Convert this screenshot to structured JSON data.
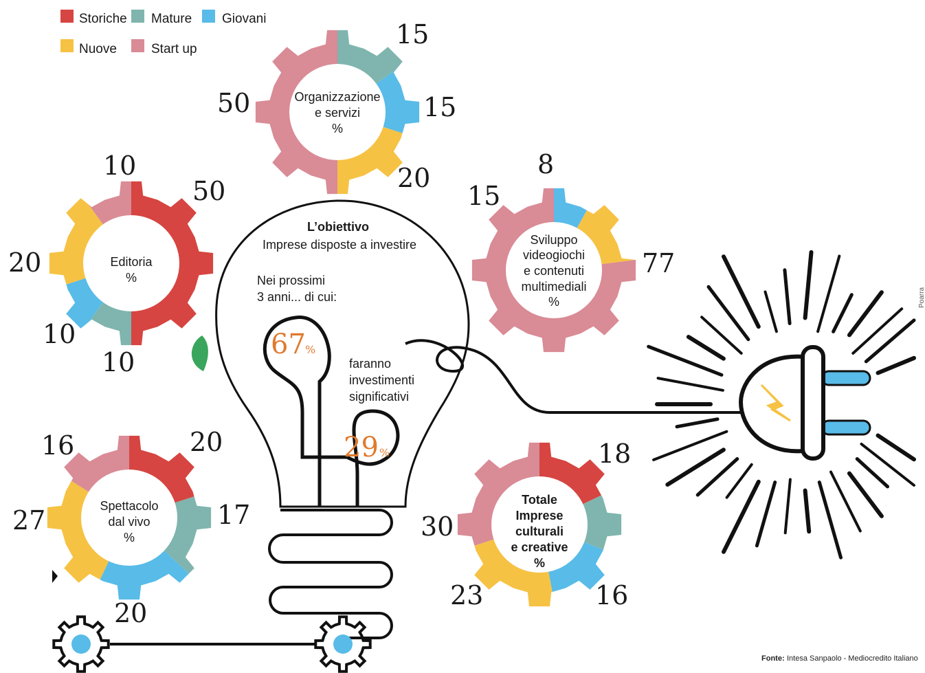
{
  "legend": {
    "items": [
      {
        "label": "Storiche",
        "key": "storiche"
      },
      {
        "label": "Mature",
        "key": "mature"
      },
      {
        "label": "Giovani",
        "key": "giovani"
      },
      {
        "label": "Nuove",
        "key": "nuove"
      },
      {
        "label": "Start up",
        "key": "startup"
      }
    ]
  },
  "colors": {
    "storiche": "#d64541",
    "mature": "#7fb5ae",
    "giovani": "#58bbe8",
    "nuove": "#f6c244",
    "startup": "#d98b96",
    "orange": "#e07a2e",
    "plug_blue": "#58bbe8",
    "leaf": "#3aa55c"
  },
  "bulb": {
    "title": "L’obiettivo",
    "subtitle": "Imprese disposte a investire",
    "line1": "Nei prossimi",
    "line2": "3 anni... di cui:",
    "value1": "67",
    "value2": "29",
    "pct_sign": "%",
    "note1": "faranno",
    "note2": "investimenti",
    "note3": "significativi"
  },
  "chart_data": [
    {
      "type": "pie",
      "title_lines": [
        "Organizzazione",
        "e servizi",
        "%"
      ],
      "bold": false,
      "slices": [
        {
          "label": "Storiche",
          "value": 0
        },
        {
          "label": "Mature",
          "value": 15,
          "shown": "15"
        },
        {
          "label": "Giovani",
          "value": 15,
          "shown": "15"
        },
        {
          "label": "Nuove",
          "value": 20,
          "shown": "20"
        },
        {
          "label": "Start up",
          "value": 50,
          "shown": "50"
        }
      ]
    },
    {
      "type": "pie",
      "title_lines": [
        "Editoria",
        "%"
      ],
      "bold": false,
      "slices": [
        {
          "label": "Storiche",
          "value": 50,
          "shown": "50"
        },
        {
          "label": "Mature",
          "value": 10,
          "shown": "10"
        },
        {
          "label": "Giovani",
          "value": 10,
          "shown": "10"
        },
        {
          "label": "Nuove",
          "value": 20,
          "shown": "20"
        },
        {
          "label": "Start up",
          "value": 10,
          "shown": "10"
        }
      ]
    },
    {
      "type": "pie",
      "title_lines": [
        "Sviluppo",
        "videogiochi",
        "e contenuti",
        "multimediali",
        "%"
      ],
      "bold": false,
      "slices": [
        {
          "label": "Storiche",
          "value": 0
        },
        {
          "label": "Mature",
          "value": 0
        },
        {
          "label": "Giovani",
          "value": 8,
          "shown": "8"
        },
        {
          "label": "Nuove",
          "value": 15,
          "shown": "15"
        },
        {
          "label": "Start up",
          "value": 77,
          "shown": "77"
        }
      ]
    },
    {
      "type": "pie",
      "title_lines": [
        "Spettacolo",
        "dal vivo",
        "%"
      ],
      "bold": false,
      "slices": [
        {
          "label": "Storiche",
          "value": 20,
          "shown": "20"
        },
        {
          "label": "Mature",
          "value": 17,
          "shown": "17"
        },
        {
          "label": "Giovani",
          "value": 20,
          "shown": "20"
        },
        {
          "label": "Nuove",
          "value": 27,
          "shown": "27"
        },
        {
          "label": "Start up",
          "value": 16,
          "shown": "16"
        }
      ]
    },
    {
      "type": "pie",
      "title_lines": [
        "Totale",
        "Imprese",
        "culturali",
        "e creative",
        "%"
      ],
      "bold": true,
      "slices": [
        {
          "label": "Storiche",
          "value": 18,
          "shown": "18"
        },
        {
          "label": "Mature",
          "value": 13
        },
        {
          "label": "Giovani",
          "value": 16,
          "shown": "16"
        },
        {
          "label": "Nuove",
          "value": 23,
          "shown": "23"
        },
        {
          "label": "Start up",
          "value": 30,
          "shown": "30"
        }
      ]
    }
  ],
  "footer": {
    "source_label": "Fonte:",
    "source_text": "Intesa Sanpaolo - Mediocredito Italiano",
    "credit": "Poarra"
  }
}
